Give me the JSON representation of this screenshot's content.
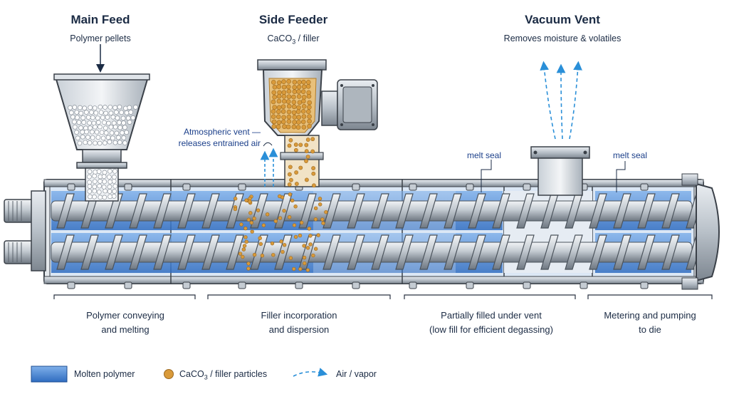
{
  "feeds": {
    "main_feed": {
      "title": "Main Feed",
      "subtitle": "Polymer pellets"
    },
    "side_feeder": {
      "title": "Side Feeder",
      "subtitle_prefix": "CaCO",
      "subtitle_sub": "3",
      "subtitle_suffix": " / filler"
    },
    "vacuum_vent": {
      "title": "Vacuum Vent",
      "subtitle": "Removes moisture & volatiles"
    }
  },
  "annotations": {
    "atmospheric_vent_line1": "Atmospheric vent —",
    "atmospheric_vent_line2": "releases entrained air",
    "melt_seal_left": "melt seal",
    "melt_seal_right": "melt seal"
  },
  "zones": [
    {
      "line1": "Polymer conveying",
      "line2": "and melting"
    },
    {
      "line1": "Filler incorporation",
      "line2": "and dispersion"
    },
    {
      "line1": "Partially filled under vent",
      "line2": "(low fill for efficient degassing)"
    },
    {
      "line1": "Metering and pumping",
      "line2": "to die"
    }
  ],
  "legend": {
    "molten_polymer": "Molten polymer",
    "filler_prefix": "CaCO",
    "filler_sub": "3",
    "filler_suffix": " / filler particles",
    "air_vapor": "Air / vapor"
  },
  "colors": {
    "polymer_blue": "#3f7fd0",
    "filler_orange": "#d99a3a",
    "air_arrow": "#2a8fd8",
    "steel": "#9aa3ad",
    "outline": "#3a4048"
  }
}
